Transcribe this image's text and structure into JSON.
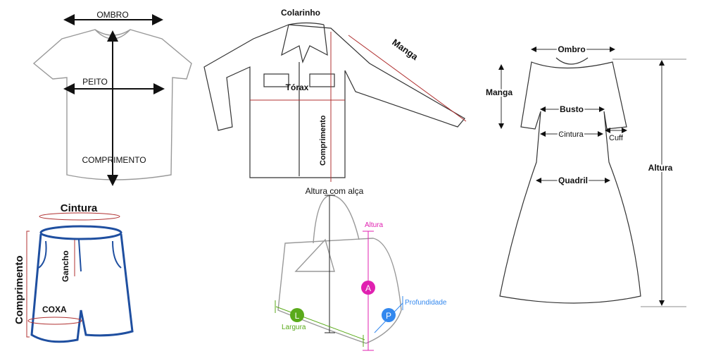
{
  "tshirt": {
    "ombro": "OMBRO",
    "peito": "PEITO",
    "comprimento": "COMPRIMENTO"
  },
  "shirt": {
    "colarinho": "Colarinho",
    "torax": "Tórax",
    "comprimento": "Comprimento",
    "manga": "Manga"
  },
  "dress": {
    "ombro": "Ombro",
    "manga": "Manga",
    "busto": "Busto",
    "cintura": "Cintura",
    "cuff": "Cuff",
    "quadril": "Quadril",
    "altura": "Altura"
  },
  "shorts": {
    "cintura": "Cintura",
    "comprimento": "Comprimento",
    "gancho": "Gancho",
    "coxa": "COXA"
  },
  "bag": {
    "altura_com_alca": "Altura com alça",
    "altura": "Altura",
    "altura_badge": "A",
    "largura": "Largura",
    "largura_badge": "L",
    "profundidade": "Profundidade",
    "profundidade_badge": "P"
  },
  "colors": {
    "magenta": "#e020b0",
    "green": "#5aaa1a",
    "blue": "#3388ee",
    "shorts_blue": "#1f4fa0",
    "red": "#b03030"
  }
}
